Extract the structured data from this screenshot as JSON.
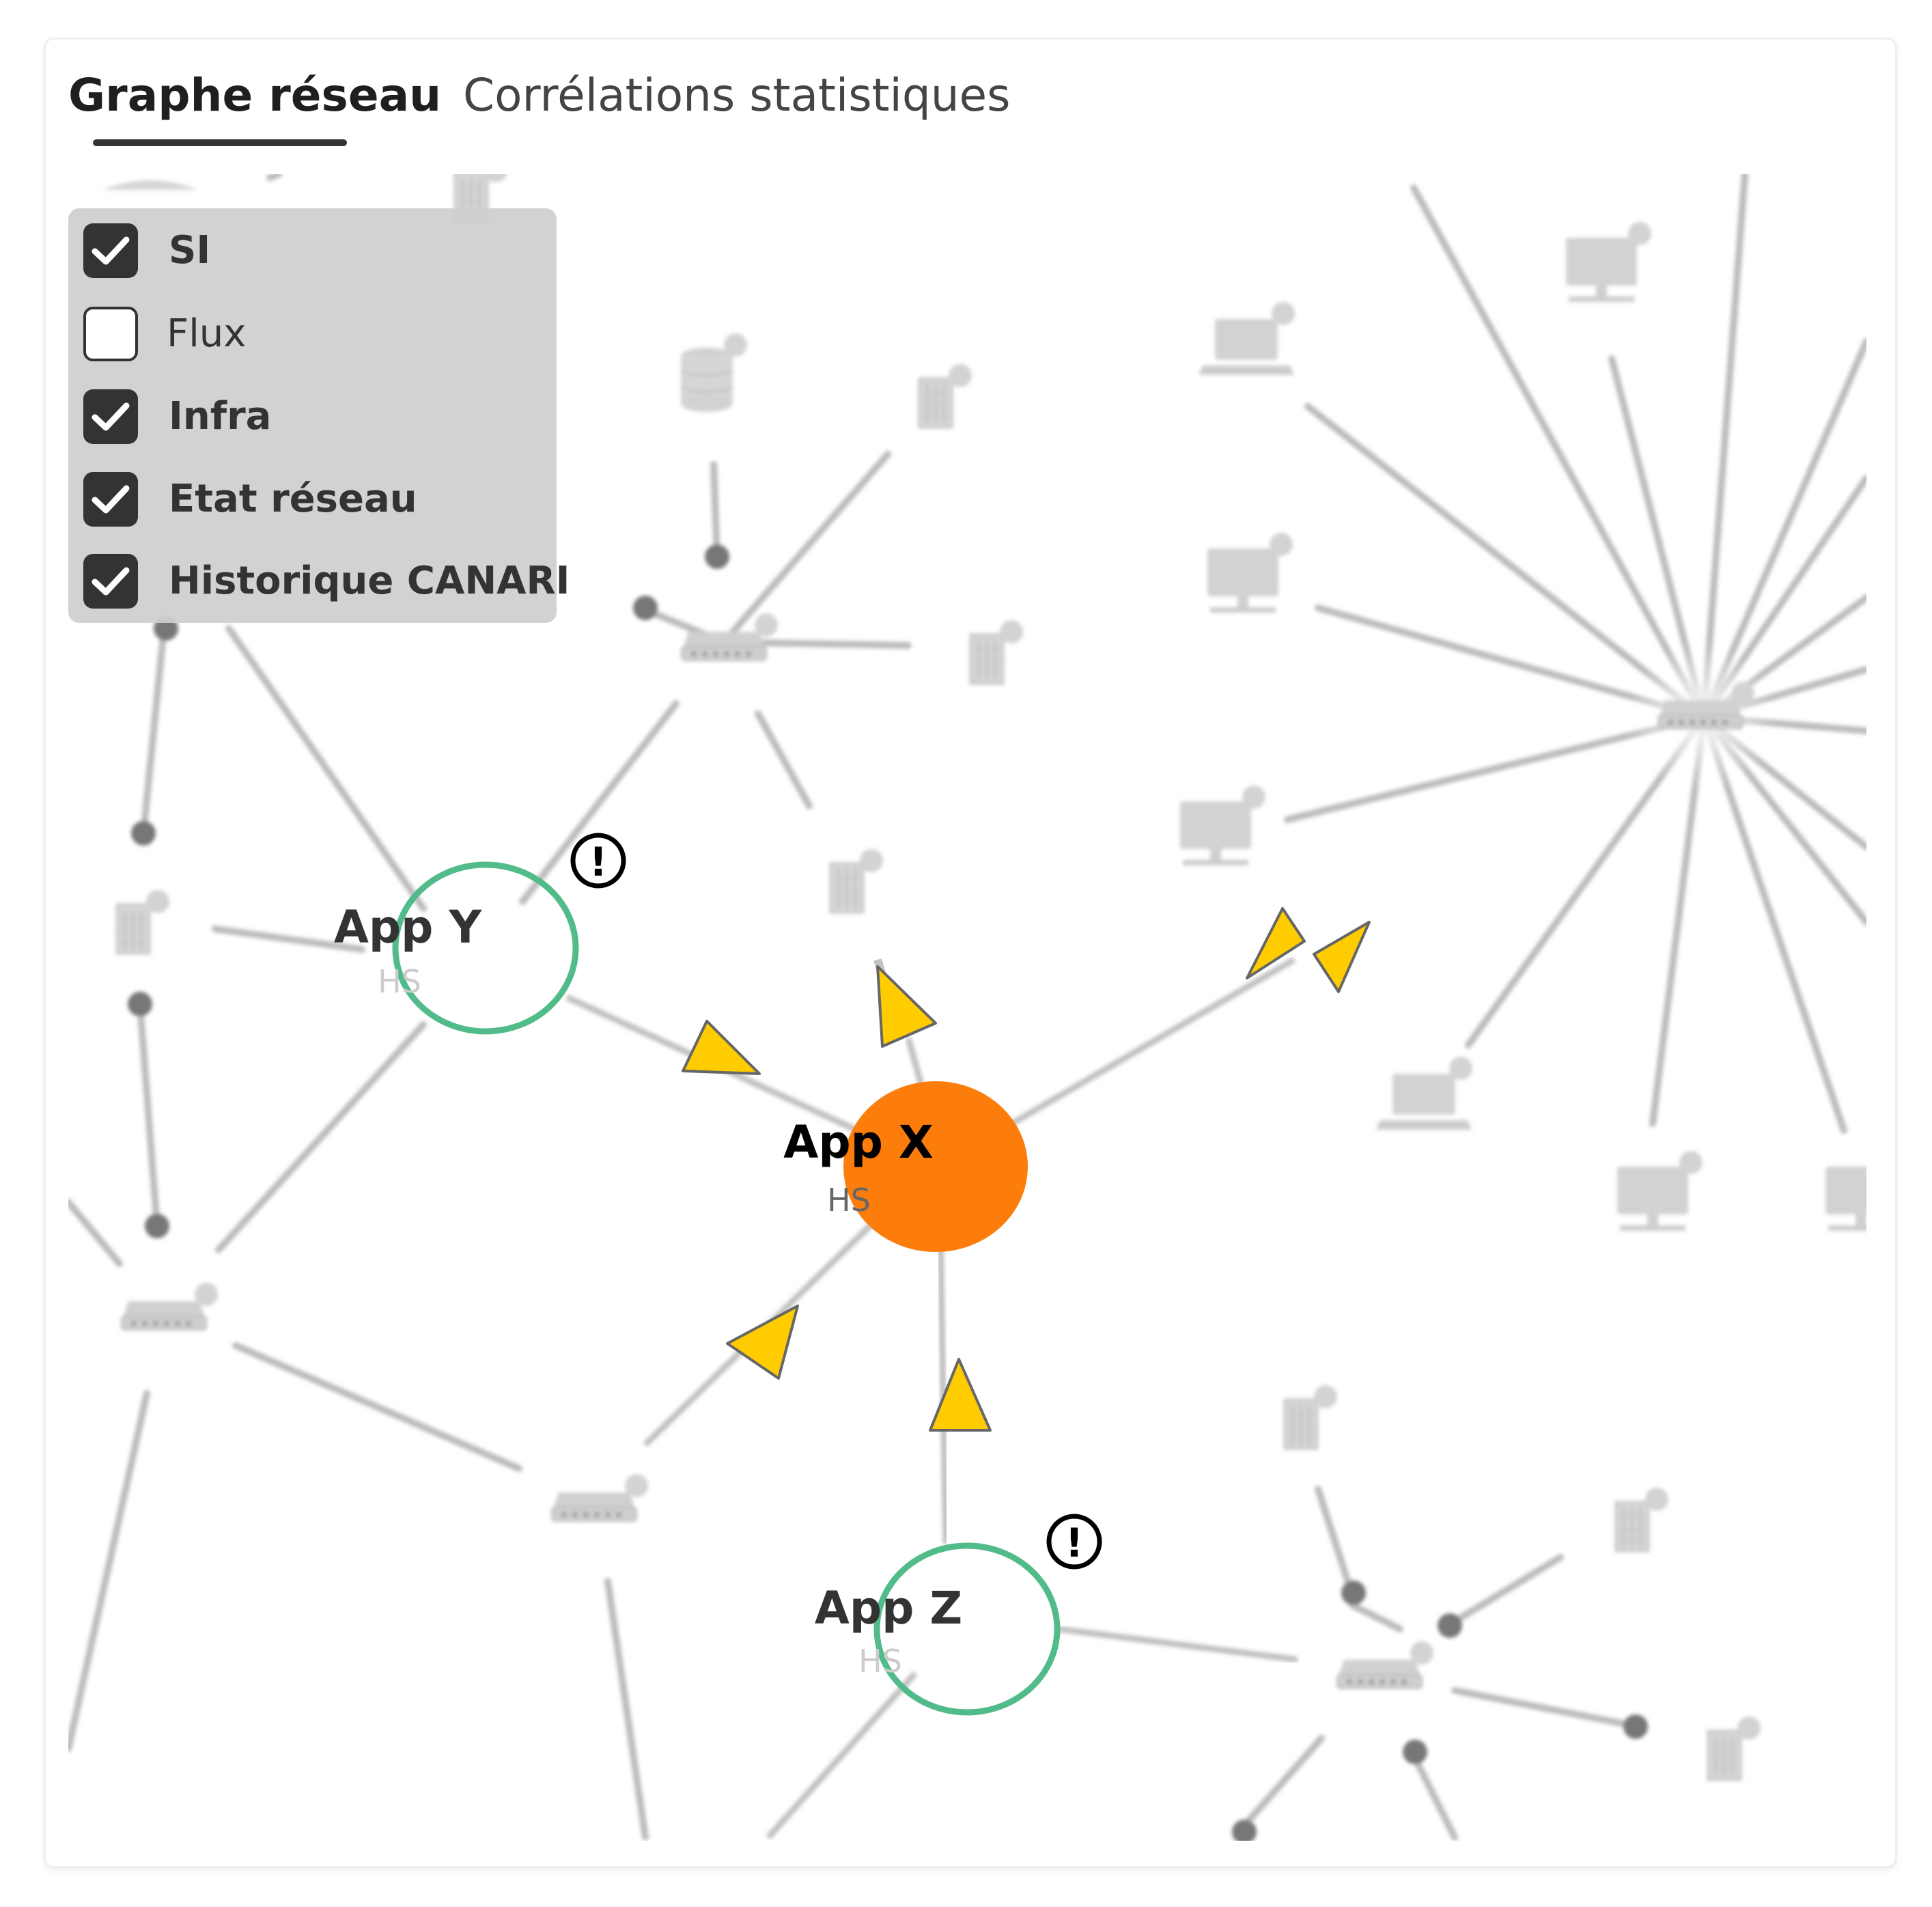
{
  "tabs": [
    {
      "label": "Graphe réseau",
      "active": true
    },
    {
      "label": "Corrélations statistiques",
      "active": false
    }
  ],
  "legend": {
    "items": [
      {
        "label": "SI",
        "checked": true
      },
      {
        "label": "Flux",
        "checked": false
      },
      {
        "label": "Infra",
        "checked": true
      },
      {
        "label": "Etat réseau",
        "checked": true
      },
      {
        "label": "Historique CANARI",
        "checked": true
      }
    ]
  },
  "nodes": {
    "app_x": {
      "name": "App X",
      "status": "HS"
    },
    "app_y": {
      "name": "App Y",
      "status": "HS"
    },
    "app_z": {
      "name": "App Z",
      "status": "HS"
    }
  },
  "alert_symbol": "!",
  "colors": {
    "focus_node": "#fc7d0b",
    "app_ring": "#52bb8a",
    "arrow_fill": "#ffcc00",
    "edge_gray": "#bbbbbb",
    "legend_bg": "#d0cdcd",
    "checkbox_dark": "#333333"
  }
}
